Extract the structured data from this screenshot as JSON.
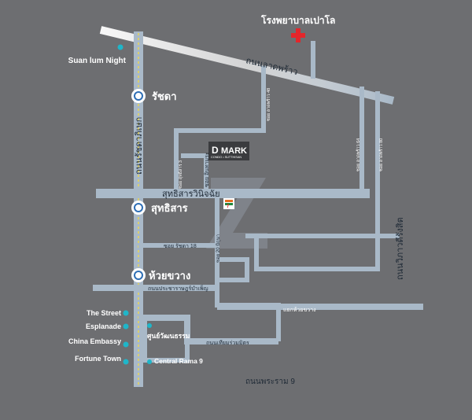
{
  "hospital": "โรงพยาบาลเปาโล",
  "landmark_project": {
    "brand": "MARK",
    "tagline": "CONDO • SUTTHISAN"
  },
  "stations": [
    "รัชดา",
    "สุทธิสาร",
    "ห้วยขวาง"
  ],
  "places_left": [
    "Suan lum Night",
    "The Street",
    "Esplanade",
    "China Embassy",
    "Fortune Town"
  ],
  "places_inner": {
    "cultural_center": "ศูนย์วัฒนธรรม",
    "central": "Central Rama 9"
  },
  "roads": {
    "ladprao": "ถนนลาดพร้าว",
    "ratchada": "ถนนรัชดาภิเษก",
    "vibhavadi": "ถนนวิภาวดีรังสิต",
    "sutthisan": "สุทธิสารวินิจฉัย",
    "ratchada18": "ซอย รัชดา 18",
    "pracharat": "ถนนประชาราษฎร์บำเพ็ญ",
    "huai_khwang_junction": "แยกห้วยขวาง",
    "thiam_ruam_mit": "ถนนเทียมร่วมมิตร",
    "rama9": "ถนนพระราม 9",
    "soi_lp48": "ซอย ลาดพร้าว 48",
    "soi_lp64": "ซอย ลาดพร้าว 64",
    "soi_lp80": "ซอย ลาดพร้าว 80",
    "soi_sutthisan": "ซอย สุทธิสาร 3",
    "soi_inthamara": "ซอย อินทามระ",
    "soi_20": "ซอย 20 มิถุนา"
  },
  "colors": {
    "background": "#6d6e71",
    "road": "#a9b9c8",
    "hospital_cross": "#e3262b",
    "poi": "#1fb6c9",
    "seven_eleven_green": "#1f8a3c"
  }
}
